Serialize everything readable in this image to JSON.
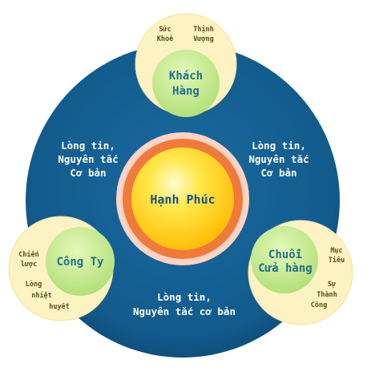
{
  "diagram": {
    "center": {
      "label": "Hạnh Phúc"
    },
    "nodes": {
      "top": {
        "label_lines": [
          "Khách",
          "Hàng"
        ],
        "sub_left": [
          "Sức",
          "Khoẻ"
        ],
        "sub_right": [
          "Thịnh",
          "Vượng"
        ]
      },
      "left": {
        "label_lines": [
          "Công Ty"
        ],
        "sub_items": [
          "Chiến",
          "lược",
          "Lòng",
          "nhiệt",
          "huyết"
        ]
      },
      "right": {
        "label_lines": [
          "Chuỗi",
          "Cửa hàng"
        ],
        "sub_items": [
          "Mục",
          "Tiêu",
          "Sự",
          "Thành",
          "Công"
        ]
      }
    },
    "segments": {
      "left": [
        "Lòng tin,",
        "Nguyên tắc",
        "Cơ bản"
      ],
      "right": [
        "Lòng tin,",
        "Nguyên tắc",
        "Cơ bản"
      ],
      "bottom": [
        "Lòng tin,",
        "Nguyên tắc cơ bản"
      ]
    },
    "colors": {
      "ring": "#125b8c",
      "ring_shade": "#0d4a74",
      "node_outer": "#fcf2c2",
      "node_inner": "#c6ec8e",
      "sun_core": "#ffd600",
      "sun_ring": "#f07a3a",
      "sun_halo": "#fcd3c4"
    }
  }
}
